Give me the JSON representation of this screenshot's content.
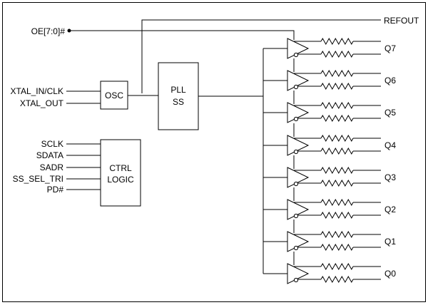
{
  "inputs": {
    "oe": "OE[7:0]#",
    "xtal_in": "XTAL_IN/CLK",
    "xtal_out": "XTAL_OUT",
    "sclk": "SCLK",
    "sdata": "SDATA",
    "sadr": "SADR",
    "ss_sel_tri": "SS_SEL_TRI",
    "pd": "PD#"
  },
  "blocks": {
    "osc": "OSC",
    "pll_line1": "PLL",
    "pll_line2": "SS",
    "ctrl_line1": "CTRL",
    "ctrl_line2": "LOGIC"
  },
  "outputs": {
    "refout": "REFOUT",
    "q": [
      "Q7",
      "Q6",
      "Q5",
      "Q4",
      "Q3",
      "Q2",
      "Q1",
      "Q0"
    ]
  }
}
